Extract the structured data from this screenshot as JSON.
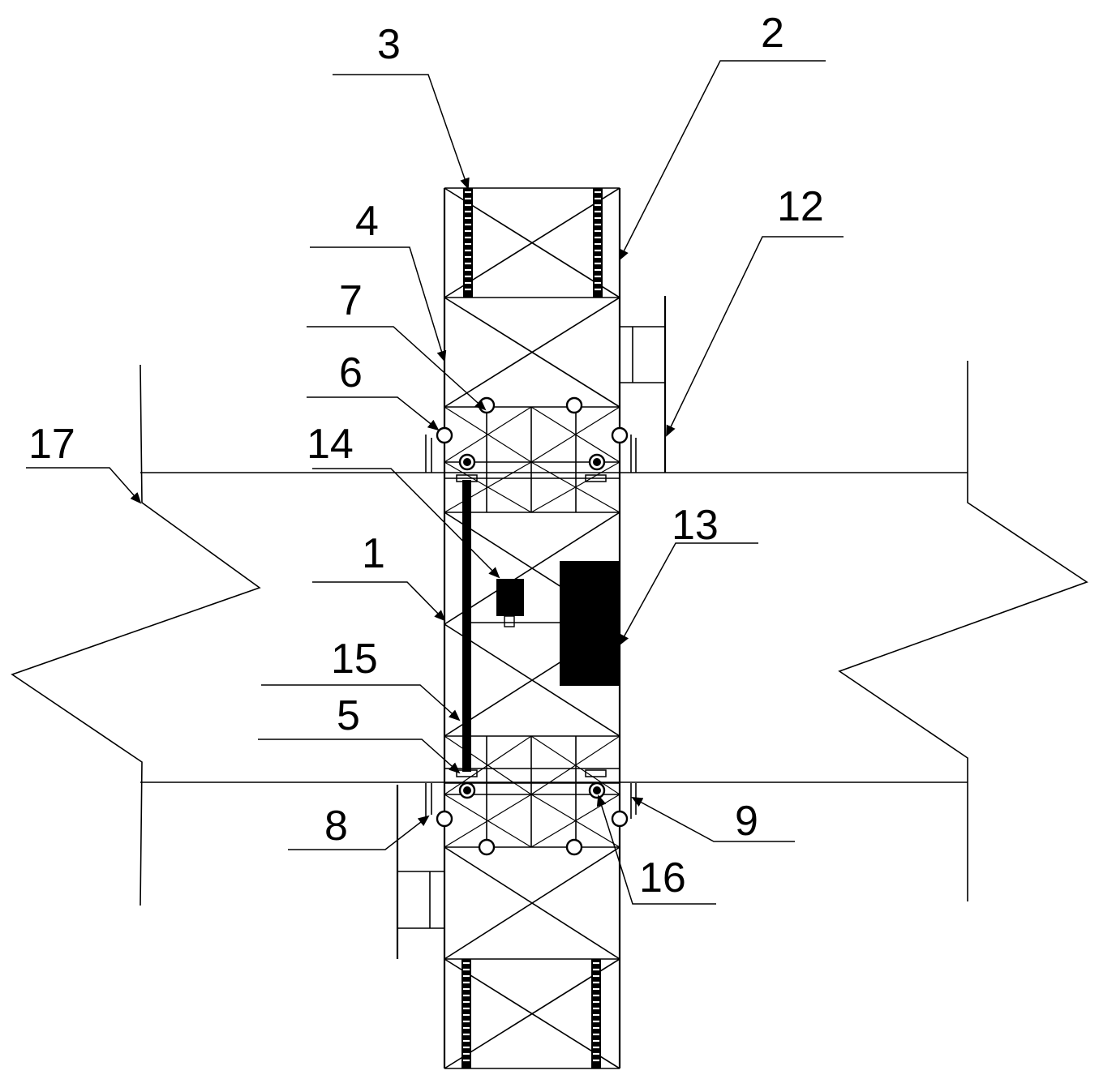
{
  "diagram": {
    "labels": [
      "1",
      "2",
      "3",
      "4",
      "5",
      "6",
      "7",
      "8",
      "9",
      "12",
      "13",
      "14",
      "15",
      "16",
      "17"
    ]
  },
  "colors": {
    "line": "#000000",
    "background": "#ffffff"
  }
}
